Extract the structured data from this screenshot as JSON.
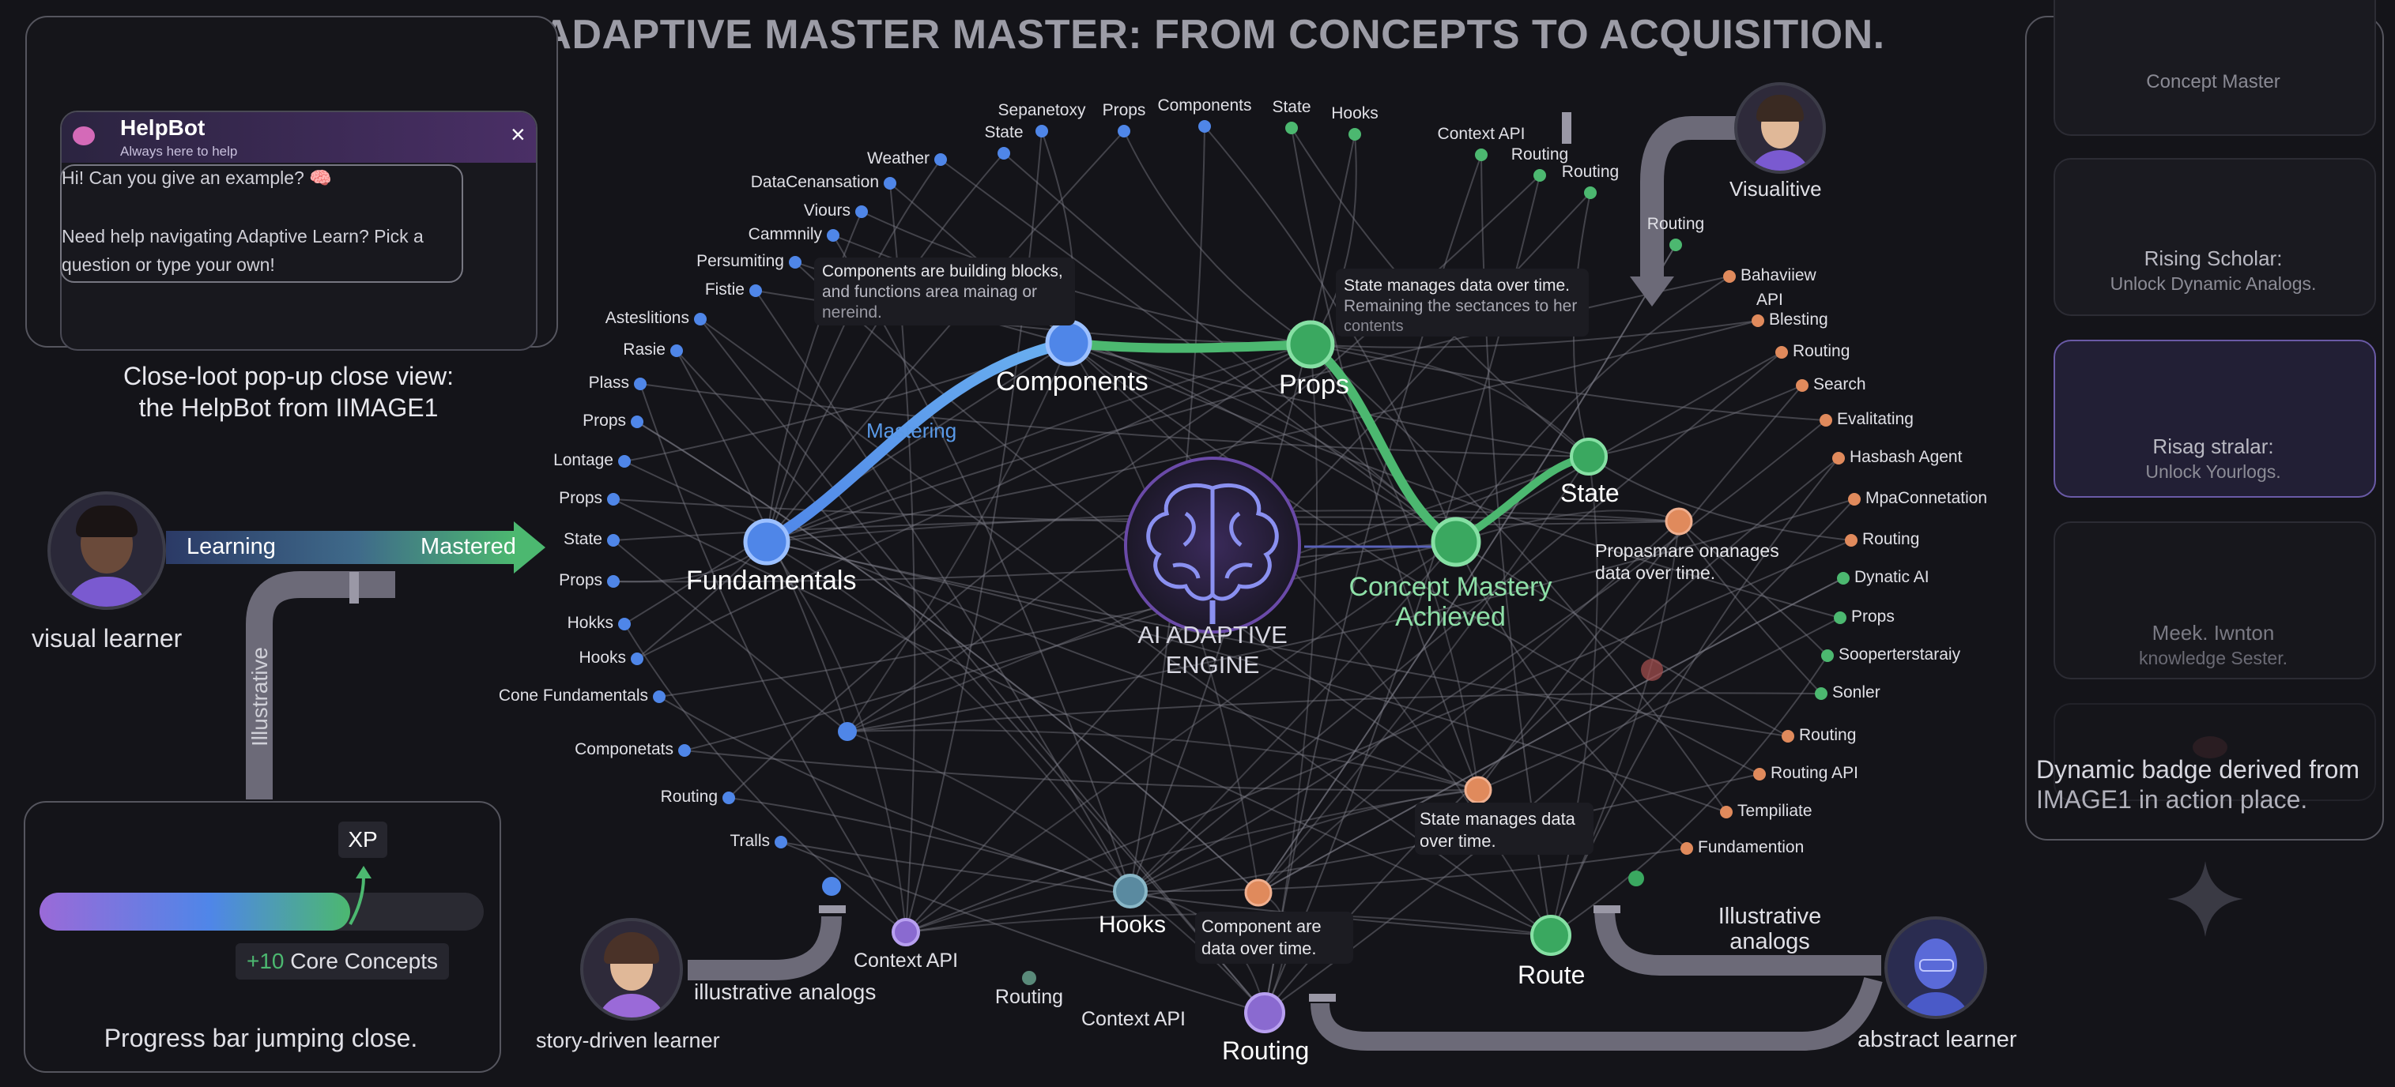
{
  "title": "ADAPTIVE MASTER MASTER: FROM CONCEPTS TO ACQUISITION.",
  "helpbot": {
    "icon": "brain-emoji-icon",
    "name": "HelpBot",
    "subtitle": "Always here to help",
    "close_symbol": "×",
    "message_line1": "Hi! Can you give an example? 🧠",
    "message_line2": "Need help navigating Adaptive Learn? Pick a",
    "message_line3": "question or type your own!",
    "caption_line1": "Close-loot pop-up close view:",
    "caption_line2": "the HelpBot from IIMAGE1"
  },
  "learning_bar": {
    "start_label": "Learning",
    "end_label": "Mastered",
    "learner_label": "visual learner",
    "pipe_label": "Illustrative"
  },
  "progress": {
    "xp_label": "XP",
    "gain_value": "+10",
    "gain_label": "Core Concepts",
    "fill_fraction": 0.7,
    "caption": "Progress bar jumping close."
  },
  "main_nodes": {
    "fundamentals": "Fundamentals",
    "components": "Components",
    "props": "Props",
    "state": "State",
    "mastery_line1": "Concept Mastery",
    "mastery_line2": "Achieved",
    "hooks": "Hooks",
    "route": "Route",
    "routing": "Routing",
    "context_api": "Context API",
    "mastering_label": "Mastering"
  },
  "engine": {
    "line1": "AI ADAPTIVE",
    "line2": "ENGINE"
  },
  "tooltips": {
    "components_line1": "Components are building blocks,",
    "components_line2": "and functions area mainag or",
    "components_line3": "nereind.",
    "props_line1": "State manages data over time.",
    "props_line2": "Remaining the sectances to her",
    "props_line3": "contents",
    "state_line1": "Propasmare onanages",
    "state_line2": "data over time.",
    "lower_line1": "State manages data",
    "lower_line2": "over time.",
    "hooks_line1": "Component are",
    "hooks_line2": "data over time."
  },
  "left_labels": [
    "Weather",
    "DataCenansation",
    "Viours",
    "Cammnily",
    "Persumiting",
    "Fistie",
    "Asteslitions",
    "Rasie",
    "Plass",
    "Props",
    "Lontage",
    "Props",
    "State",
    "Props",
    "Hokks",
    "Hooks",
    "Cone Fundamentals",
    "Componetats",
    "Routing",
    "Tralls"
  ],
  "top_labels": [
    "State",
    "Sepanetoxy",
    "Props",
    "Components",
    "State",
    "Hooks",
    "Context API",
    "Routing",
    "Routing",
    "Routing"
  ],
  "right_labels": [
    "Bahaviiew",
    "API",
    "Blesting",
    "Routing",
    "Search",
    "Evalitating",
    "Hasbash Agent",
    "MpaConnetation",
    "Routing",
    "Dynatic AI",
    "Props",
    "Sooperterstaraiy",
    "Sonler",
    "Routing",
    "Routing API",
    "Tempiliate",
    "Fundamention"
  ],
  "bottom_labels": [
    "Context API",
    "Routing",
    "Context API"
  ],
  "learners": {
    "visualitive": "Visualitive",
    "story_label": "story-driven learner",
    "story_path": "illustrative analogs",
    "abstract_label": "abstract learner",
    "abstract_path_line1": "Illustrative",
    "abstract_path_line2": "analogs"
  },
  "right_panel": {
    "card1_title": "Concept Master",
    "card2_title": "Rising Scholar:",
    "card2_sub": "Unlock Dynamic Analogs.",
    "card3_title": "Risag stralar:",
    "card3_sub": "Unlock Yourlogs.",
    "card4_title": "Meek. Iwnton",
    "card4_sub": "knowledge Sester.",
    "caption_line1": "Dynamic badge derived from",
    "caption_line2": "IMAGE1 in action place."
  },
  "colors": {
    "background": "#141419",
    "blue": "#4f86e8",
    "green": "#4cb870",
    "purple": "#8a6ad0",
    "orange": "#e08a5c",
    "pipe": "#6c6a78"
  }
}
